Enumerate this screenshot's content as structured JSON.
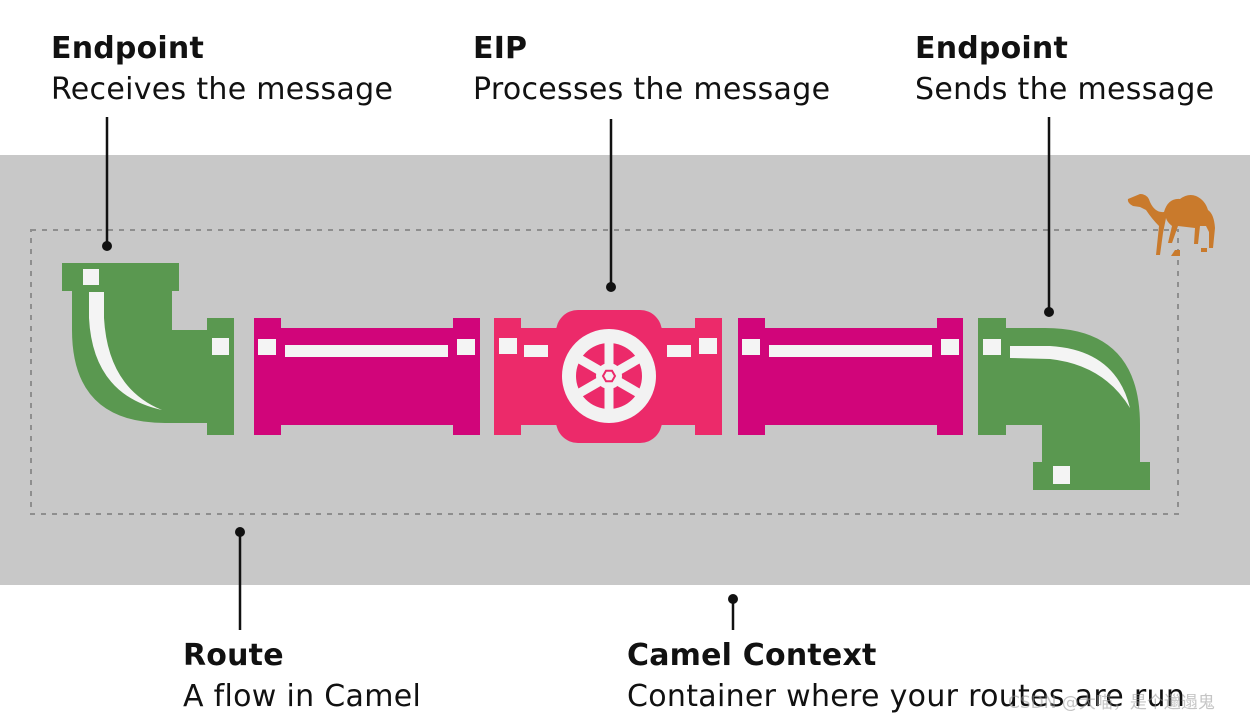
{
  "endpoint_in": {
    "title": "Endpoint",
    "description": "Receives the message"
  },
  "eip": {
    "title": "EIP",
    "description": "Processes the message"
  },
  "endpoint_out": {
    "title": "Endpoint",
    "description": "Sends the message"
  },
  "route": {
    "title": "Route",
    "description": "A flow in Camel"
  },
  "camel_context": {
    "title": "Camel Context",
    "description": "Container where your routes are run"
  },
  "watermark": "CSDN @大喵，是个邋遢鬼",
  "icons": {
    "mascot": "camel-icon",
    "valve": "valve-wheel-icon"
  },
  "colors": {
    "context_background": "#c8c8c8",
    "endpoint_pipe": "#5a9850",
    "route_pipe": "#d1057a",
    "eip_valve": "#ec2a6a",
    "camel": "#c97a2c"
  }
}
